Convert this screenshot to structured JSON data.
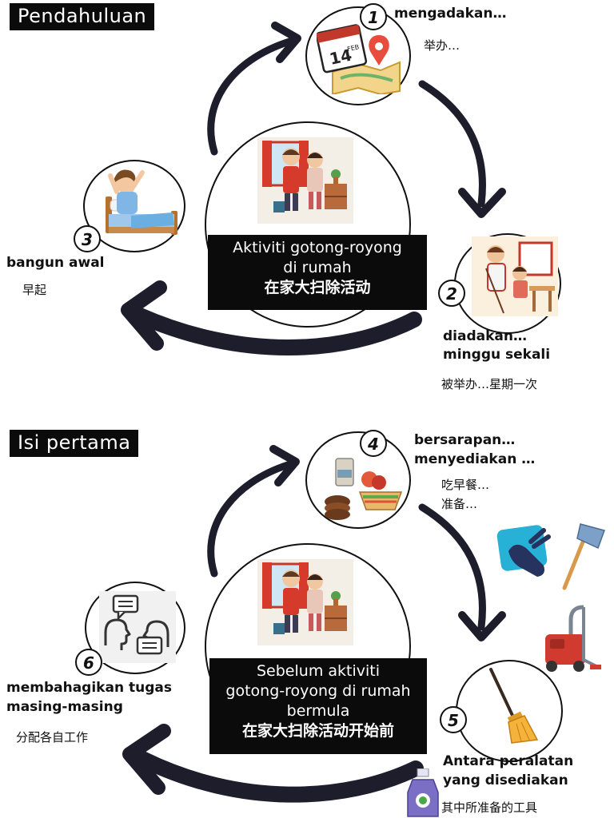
{
  "sections": [
    {
      "tag": "Pendahuluan",
      "center_lines": [
        "Aktiviti gotong-royong",
        "di rumah"
      ],
      "center_cn": "在家大扫除活动",
      "steps": [
        {
          "num": "1",
          "ms": [
            "mengadakan…"
          ],
          "cn": [
            "举办…"
          ],
          "icon": "calendar-map-icon"
        },
        {
          "num": "2",
          "ms": [
            "diadakan…",
            "minggu sekali"
          ],
          "cn": [
            "被举办…星期一次"
          ],
          "icon": "family-cleaning-icon"
        },
        {
          "num": "3",
          "ms": [
            "bangun awal"
          ],
          "cn": [
            "早起"
          ],
          "icon": "child-waking-up-icon"
        }
      ]
    },
    {
      "tag": "Isi pertama",
      "center_lines": [
        "Sebelum aktiviti",
        "gotong-royong di rumah",
        "bermula"
      ],
      "center_cn": "在家大扫除活动开始前",
      "steps": [
        {
          "num": "4",
          "ms": [
            "bersarapan…",
            "menyediakan …"
          ],
          "cn": [
            "吃早餐…",
            "准备…"
          ],
          "icon": "breakfast-food-icon"
        },
        {
          "num": "5",
          "ms": [
            "Antara peralatan",
            "yang disediakan"
          ],
          "cn": [
            "其中所准备的工具"
          ],
          "icon": "broom-icon"
        },
        {
          "num": "6",
          "ms": [
            "membahagikan tugas",
            "masing-masing"
          ],
          "cn": [
            "分配各自工作"
          ],
          "icon": "discussion-heads-icon"
        }
      ]
    }
  ]
}
